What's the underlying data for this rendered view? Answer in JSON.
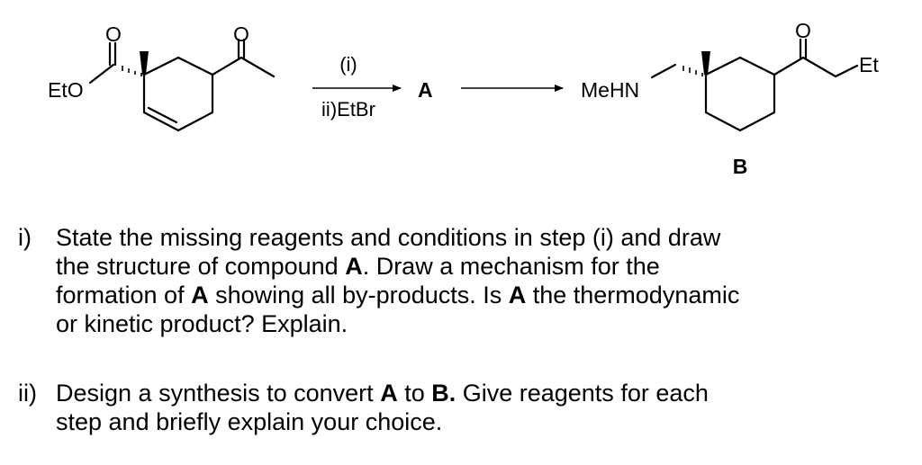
{
  "scheme": {
    "start_material": {
      "ester_label": "EtO",
      "oxygen_labels": [
        "O",
        "O"
      ]
    },
    "step_arrow": {
      "above": "(i)",
      "below": "ii)EtBr"
    },
    "intermediate_label": "A",
    "product": {
      "amine_label": "MeHN",
      "ethyl_label": "Et",
      "oxygen_label": "O",
      "compound_label": "B"
    }
  },
  "questions": [
    {
      "number": "i)",
      "lines": [
        [
          "State the missing reagents and conditions in step (i) and draw"
        ],
        [
          "the structure of compound ",
          {
            "b": "A"
          },
          ". Draw a mechanism for the"
        ],
        [
          "formation of ",
          {
            "b": "A"
          },
          " showing all by-products. Is ",
          {
            "b": "A"
          },
          " the thermodynamic"
        ],
        [
          "or kinetic product? Explain."
        ]
      ]
    },
    {
      "number": "ii)",
      "lines": [
        [
          "Design a synthesis to convert ",
          {
            "b": "A"
          },
          " to ",
          {
            "b": "B."
          },
          " Give reagents for each"
        ],
        [
          "step and briefly explain your choice."
        ]
      ]
    }
  ]
}
